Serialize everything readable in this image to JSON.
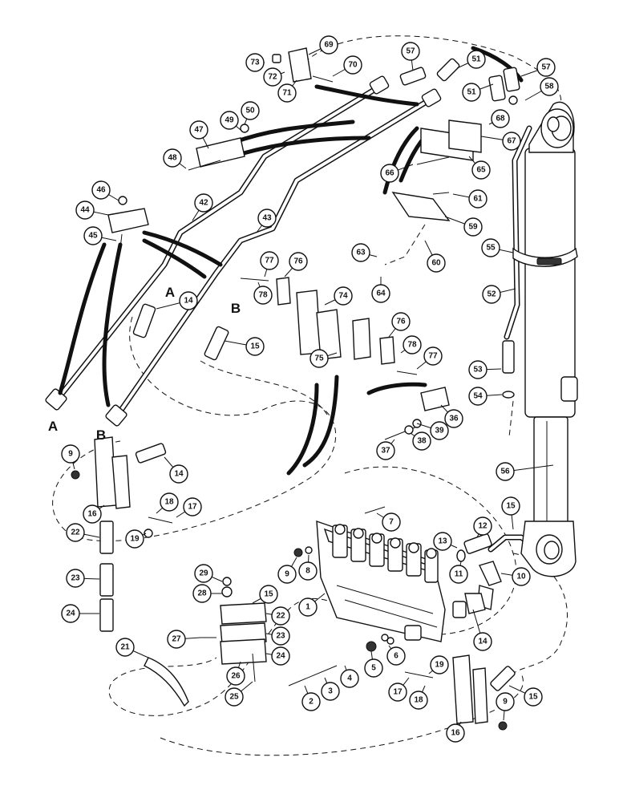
{
  "view_letters": {
    "a_top": "A",
    "a_bottom": "A",
    "b_top": "B",
    "b_bottom": "B"
  },
  "callouts": [
    {
      "id": "c73",
      "label": "73"
    },
    {
      "id": "c72",
      "label": "72"
    },
    {
      "id": "c69",
      "label": "69"
    },
    {
      "id": "c71",
      "label": "71"
    },
    {
      "id": "c70",
      "label": "70"
    },
    {
      "id": "c57a",
      "label": "57"
    },
    {
      "id": "c51a",
      "label": "51"
    },
    {
      "id": "c57b",
      "label": "57"
    },
    {
      "id": "c58",
      "label": "58"
    },
    {
      "id": "c51b",
      "label": "51"
    },
    {
      "id": "c68",
      "label": "68"
    },
    {
      "id": "c67",
      "label": "67"
    },
    {
      "id": "c65",
      "label": "65"
    },
    {
      "id": "c66",
      "label": "66"
    },
    {
      "id": "c61",
      "label": "61"
    },
    {
      "id": "c59",
      "label": "59"
    },
    {
      "id": "c60",
      "label": "60"
    },
    {
      "id": "c55",
      "label": "55"
    },
    {
      "id": "c52",
      "label": "52"
    },
    {
      "id": "c63",
      "label": "63"
    },
    {
      "id": "c64",
      "label": "64"
    },
    {
      "id": "c50",
      "label": "50"
    },
    {
      "id": "c49",
      "label": "49"
    },
    {
      "id": "c47",
      "label": "47"
    },
    {
      "id": "c48",
      "label": "48"
    },
    {
      "id": "c46",
      "label": "46"
    },
    {
      "id": "c44",
      "label": "44"
    },
    {
      "id": "c45",
      "label": "45"
    },
    {
      "id": "c42",
      "label": "42"
    },
    {
      "id": "c43",
      "label": "43"
    },
    {
      "id": "c14a",
      "label": "14"
    },
    {
      "id": "c15a",
      "label": "15"
    },
    {
      "id": "c77a",
      "label": "77"
    },
    {
      "id": "c76a",
      "label": "76"
    },
    {
      "id": "c78a",
      "label": "78"
    },
    {
      "id": "c74",
      "label": "74"
    },
    {
      "id": "c75",
      "label": "75"
    },
    {
      "id": "c76b",
      "label": "76"
    },
    {
      "id": "c78b",
      "label": "78"
    },
    {
      "id": "c77b",
      "label": "77"
    },
    {
      "id": "c53",
      "label": "53"
    },
    {
      "id": "c54",
      "label": "54"
    },
    {
      "id": "c36",
      "label": "36"
    },
    {
      "id": "c39",
      "label": "39"
    },
    {
      "id": "c38",
      "label": "38"
    },
    {
      "id": "c37",
      "label": "37"
    },
    {
      "id": "c9a",
      "label": "9"
    },
    {
      "id": "c14b",
      "label": "14"
    },
    {
      "id": "c18a",
      "label": "18"
    },
    {
      "id": "c17a",
      "label": "17"
    },
    {
      "id": "c16a",
      "label": "16"
    },
    {
      "id": "c19a",
      "label": "19"
    },
    {
      "id": "c22a",
      "label": "22"
    },
    {
      "id": "c23a",
      "label": "23"
    },
    {
      "id": "c24a",
      "label": "24"
    },
    {
      "id": "c56",
      "label": "56"
    },
    {
      "id": "c15b",
      "label": "15"
    },
    {
      "id": "c7",
      "label": "7"
    },
    {
      "id": "c12",
      "label": "12"
    },
    {
      "id": "c13",
      "label": "13"
    },
    {
      "id": "c9b",
      "label": "9"
    },
    {
      "id": "c8",
      "label": "8"
    },
    {
      "id": "c11",
      "label": "11"
    },
    {
      "id": "c10",
      "label": "10"
    },
    {
      "id": "c1",
      "label": "1"
    },
    {
      "id": "c29",
      "label": "29"
    },
    {
      "id": "c28",
      "label": "28"
    },
    {
      "id": "c15c",
      "label": "15"
    },
    {
      "id": "c22b",
      "label": "22"
    },
    {
      "id": "c23b",
      "label": "23"
    },
    {
      "id": "c27",
      "label": "27"
    },
    {
      "id": "c24b",
      "label": "24"
    },
    {
      "id": "c26",
      "label": "26"
    },
    {
      "id": "c25",
      "label": "25"
    },
    {
      "id": "c14c",
      "label": "14"
    },
    {
      "id": "c5",
      "label": "5"
    },
    {
      "id": "c6",
      "label": "6"
    },
    {
      "id": "c4",
      "label": "4"
    },
    {
      "id": "c3",
      "label": "3"
    },
    {
      "id": "c2",
      "label": "2"
    },
    {
      "id": "c19b",
      "label": "19"
    },
    {
      "id": "c17b",
      "label": "17"
    },
    {
      "id": "c18b",
      "label": "18"
    },
    {
      "id": "c16b",
      "label": "16"
    },
    {
      "id": "c15d",
      "label": "15"
    },
    {
      "id": "c9c",
      "label": "9"
    },
    {
      "id": "c21",
      "label": "21"
    }
  ]
}
